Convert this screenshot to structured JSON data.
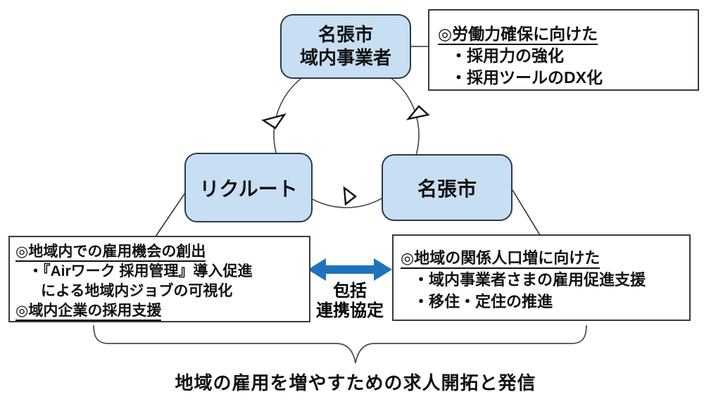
{
  "title": "地域連携スキーム図",
  "colors": {
    "node_fill": "#c8def2",
    "node_border": "#2b3a49",
    "callout_border": "#3a3a3a",
    "agreement_arrow_blue": "#1e73be",
    "line_gray": "#4a4a4a"
  },
  "nodes": {
    "business": {
      "line1": "名張市",
      "line2": "域内事業者"
    },
    "recruit": {
      "label": "リクルート"
    },
    "city": {
      "label": "名張市"
    }
  },
  "callouts": {
    "business_goals": {
      "heading": "◎労働力確保に向けた",
      "items": [
        "・採用力の強化",
        "・採用ツールのDX化"
      ]
    },
    "recruit_goals": {
      "heading1": "◎地域内での雇用機会の創出",
      "item1": "・『Airワーク 採用管理』導入促進",
      "item1_cont": "による地域内ジョブの可視化",
      "heading2": "◎域内企業の採用支援"
    },
    "city_goals": {
      "heading": "◎地域の関係人口増に向けた",
      "items": [
        "・域内事業者さまの雇用促進支援",
        "・移住・定住の推進"
      ]
    }
  },
  "agreement": {
    "line1": "包括",
    "line2": "連携協定"
  },
  "footer": {
    "label": "地域の雇用を増やすための求人開拓と発信"
  }
}
